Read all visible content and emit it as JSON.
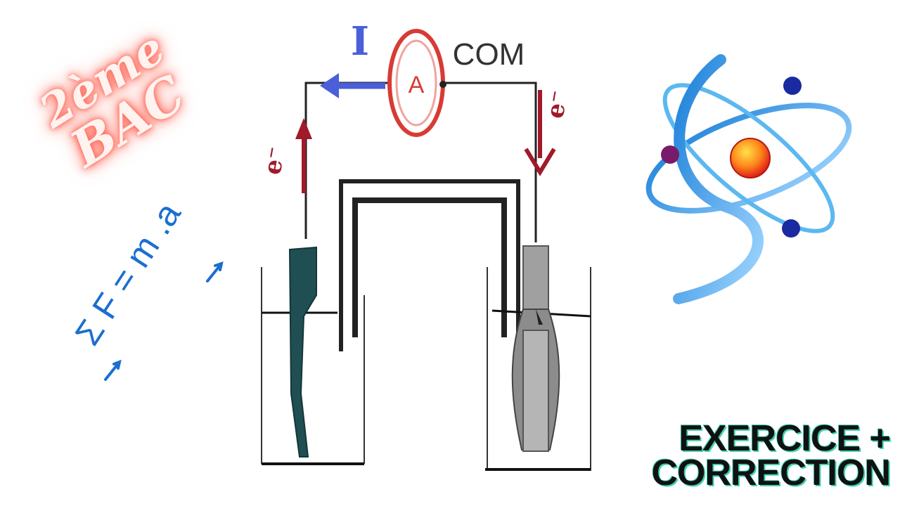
{
  "badge": {
    "line1": "2ème",
    "line2": "BAC"
  },
  "formula": {
    "text": "Σ F = m .a"
  },
  "circuit": {
    "current_label": "I",
    "ammeter_label": "A",
    "com_label": "COM",
    "electron_left": "e⁻",
    "electron_right": "e⁻"
  },
  "exercise": {
    "line1": "EXERCICE +",
    "line2": "CORRECTION"
  },
  "colors": {
    "badge_glow": "#ff5a4a",
    "formula": "#1a6fd0",
    "current_arrow": "#4a5fd8",
    "electron_arrow": "#a01a2a",
    "left_electrode": "#1f4f52",
    "right_electrode": "#9a9a9a",
    "title_outline": "#3fd1b0"
  },
  "icons": [
    "atom-logo-icon"
  ]
}
